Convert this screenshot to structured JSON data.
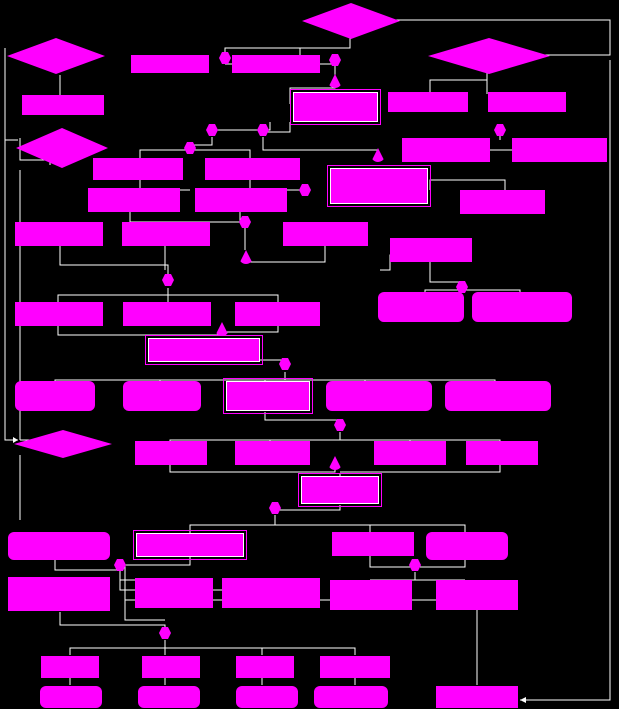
{
  "diagram": {
    "accent_color": "#ff00ff",
    "background_color": "#000000",
    "line_color": "#ffffff",
    "nodes": [
      {
        "id": "n1",
        "label": "",
        "shape": "diamond"
      },
      {
        "id": "n2",
        "label": "",
        "shape": "diamond"
      },
      {
        "id": "n3",
        "label": "",
        "shape": "diamond"
      },
      {
        "id": "n4",
        "label": "",
        "shape": "rect"
      },
      {
        "id": "n5",
        "label": "",
        "shape": "rect"
      },
      {
        "id": "n6",
        "label": "",
        "shape": "rect"
      },
      {
        "id": "n7",
        "label": "",
        "shape": "double"
      },
      {
        "id": "n8",
        "label": "",
        "shape": "rect"
      },
      {
        "id": "n9",
        "label": "",
        "shape": "rect"
      },
      {
        "id": "n10",
        "label": "",
        "shape": "diamond"
      },
      {
        "id": "n11",
        "label": "",
        "shape": "rect"
      },
      {
        "id": "n12",
        "label": "",
        "shape": "rect"
      },
      {
        "id": "n13",
        "label": "",
        "shape": "rect"
      },
      {
        "id": "n14",
        "label": "",
        "shape": "rect"
      },
      {
        "id": "n15",
        "label": "",
        "shape": "double"
      },
      {
        "id": "n16",
        "label": "",
        "shape": "rect"
      },
      {
        "id": "n17",
        "label": "",
        "shape": "rect"
      },
      {
        "id": "n18",
        "label": "",
        "shape": "rect"
      },
      {
        "id": "n19",
        "label": "",
        "shape": "rect"
      },
      {
        "id": "n20",
        "label": "",
        "shape": "rect"
      },
      {
        "id": "n21",
        "label": "",
        "shape": "rect"
      },
      {
        "id": "n22",
        "label": "",
        "shape": "rect"
      },
      {
        "id": "n23",
        "label": "",
        "shape": "double"
      },
      {
        "id": "n24",
        "label": "",
        "shape": "round"
      },
      {
        "id": "n25",
        "label": "",
        "shape": "round"
      },
      {
        "id": "n26",
        "label": "",
        "shape": "rect"
      },
      {
        "id": "n27",
        "label": "",
        "shape": "rect"
      },
      {
        "id": "n28",
        "label": "",
        "shape": "rect"
      },
      {
        "id": "n29",
        "label": "",
        "shape": "double"
      },
      {
        "id": "n30",
        "label": "",
        "shape": "round"
      },
      {
        "id": "n31",
        "label": "",
        "shape": "round"
      },
      {
        "id": "n32",
        "label": "",
        "shape": "double"
      },
      {
        "id": "n33",
        "label": "",
        "shape": "round"
      },
      {
        "id": "n34",
        "label": "",
        "shape": "round"
      },
      {
        "id": "n35",
        "label": "",
        "shape": "diamond"
      },
      {
        "id": "n36",
        "label": "",
        "shape": "rect"
      },
      {
        "id": "n37",
        "label": "",
        "shape": "rect"
      },
      {
        "id": "n38",
        "label": "",
        "shape": "rect"
      },
      {
        "id": "n39",
        "label": "",
        "shape": "rect"
      },
      {
        "id": "n40",
        "label": "",
        "shape": "double"
      },
      {
        "id": "n41",
        "label": "",
        "shape": "round"
      },
      {
        "id": "n42",
        "label": "",
        "shape": "double"
      },
      {
        "id": "n43",
        "label": "",
        "shape": "rect"
      },
      {
        "id": "n44",
        "label": "",
        "shape": "round"
      },
      {
        "id": "n45",
        "label": "",
        "shape": "rect"
      },
      {
        "id": "n46",
        "label": "",
        "shape": "rect"
      },
      {
        "id": "n47",
        "label": "",
        "shape": "rect"
      },
      {
        "id": "n48",
        "label": "",
        "shape": "rect"
      },
      {
        "id": "n49",
        "label": "",
        "shape": "rect"
      },
      {
        "id": "n50",
        "label": "",
        "shape": "rect"
      },
      {
        "id": "n51",
        "label": "",
        "shape": "rect"
      },
      {
        "id": "n52",
        "label": "",
        "shape": "rect"
      },
      {
        "id": "n53",
        "label": "",
        "shape": "rect"
      },
      {
        "id": "n54",
        "label": "",
        "shape": "rect"
      },
      {
        "id": "n55",
        "label": "",
        "shape": "round"
      },
      {
        "id": "n56",
        "label": "",
        "shape": "round"
      },
      {
        "id": "n57",
        "label": "",
        "shape": "round"
      },
      {
        "id": "n58",
        "label": "",
        "shape": "round"
      },
      {
        "id": "n59",
        "label": "",
        "shape": "rect"
      }
    ]
  }
}
